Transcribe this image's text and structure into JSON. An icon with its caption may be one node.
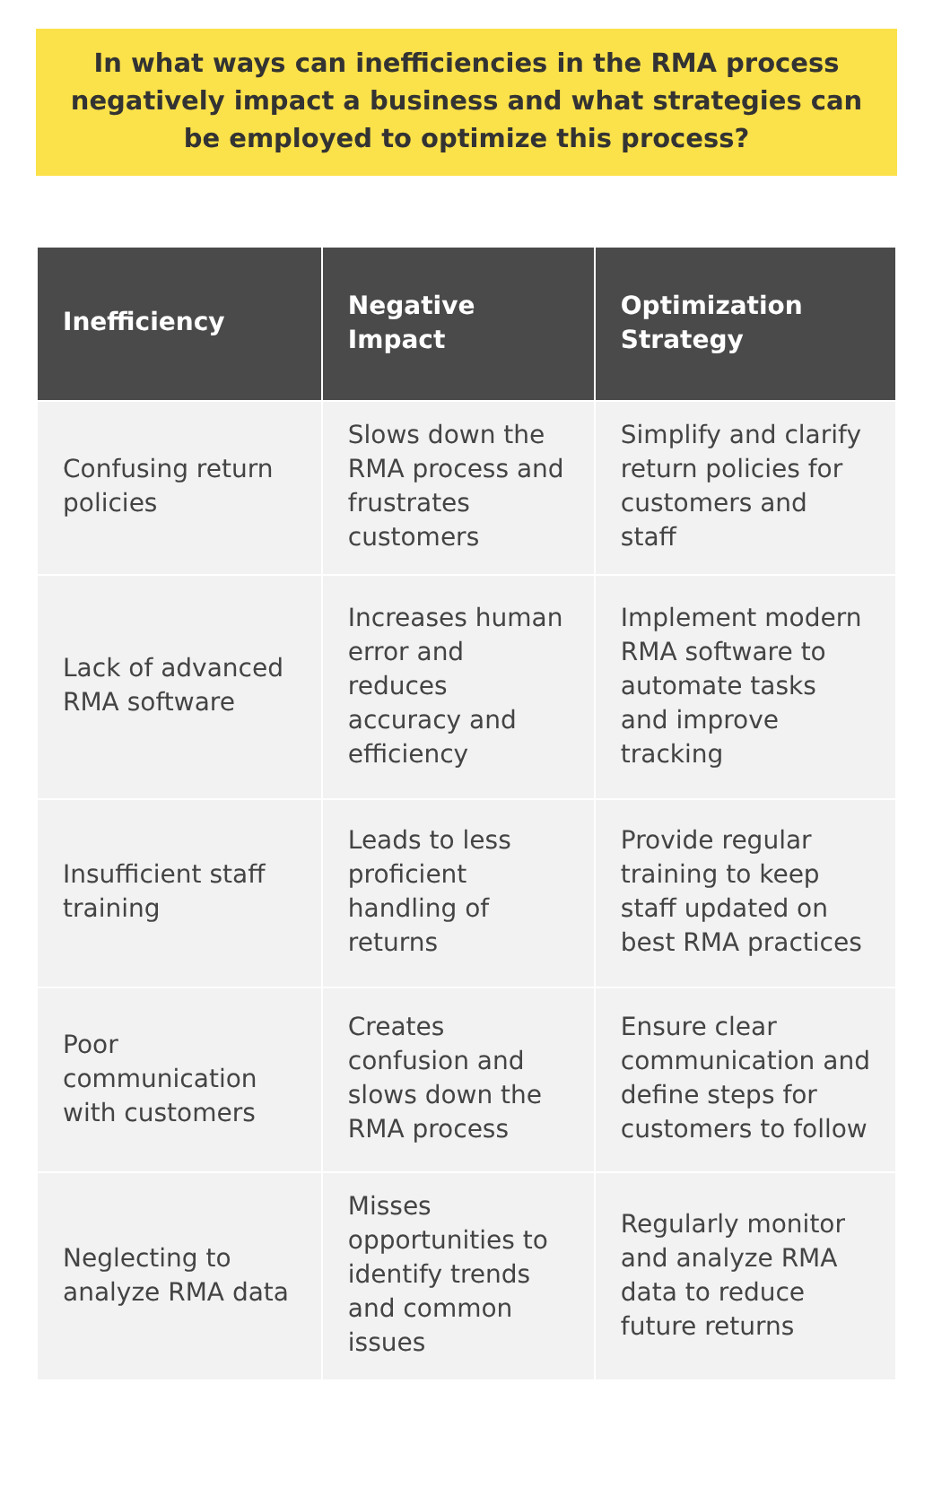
{
  "diagram": {
    "title": "In what ways can inefficiencies in the RMA process negatively impact a business and what strategies can be employed to optimize this process?",
    "labels": [
      "Inefficiency",
      "Negative Impact",
      "Optimization Strategy",
      "Confusing return policies",
      "Slows down the RMA process and frustrates customers",
      "Simplify and clarify return policies for customers and staff",
      "Lack of advanced RMA software",
      "Increases human error and reduces accuracy and efficiency",
      "Implement modern RMA software to automate tasks and improve tracking",
      "Insufficient staff training",
      "Leads to less proficient handling of returns",
      "Provide regular training to keep staff updated on best RMA practices",
      "Poor communication with customers",
      "Creates confusion and slows down the RMA process",
      "Ensure clear communication and define steps for customers to follow",
      "Neglecting to analyze RMA data",
      "Misses opportunities to identify trends and common issues",
      "Regularly monitor and analyze RMA data to reduce future returns"
    ]
  }
}
